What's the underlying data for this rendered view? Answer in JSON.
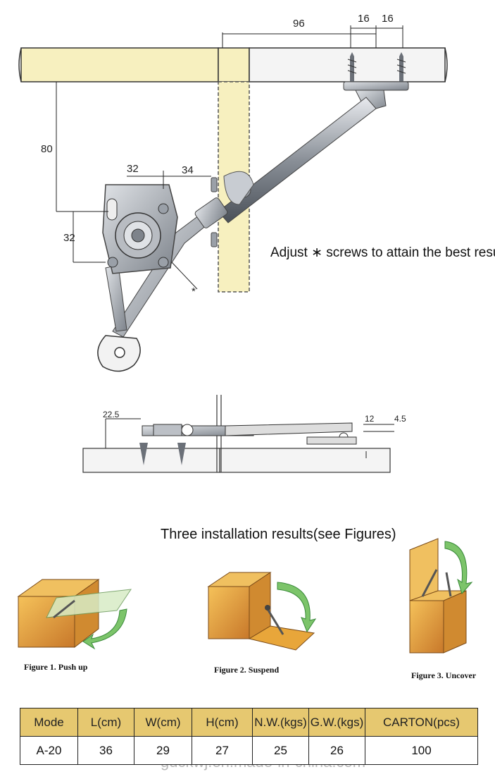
{
  "dimensions": {
    "d96": "96",
    "d16a": "16",
    "d16b": "16",
    "d80": "80",
    "d32h": "32",
    "d34": "34",
    "d32v": "32",
    "d22_5": "22.5",
    "d12": "12",
    "d4_5": "4.5"
  },
  "star_mark": "*",
  "adjust_note": "Adjust ∗ screws to attain the best result",
  "section_heading": "Three installation results(see Figures)",
  "figures": [
    {
      "caption": "Figure 1. Push up"
    },
    {
      "caption": "Figure 2. Suspend"
    },
    {
      "caption": "Figure 3. Uncover"
    }
  ],
  "table": {
    "headers": [
      "Mode",
      "L(cm)",
      "W(cm)",
      "H(cm)",
      "N.W.(kgs)",
      "G.W.(kgs)",
      "CARTON(pcs)"
    ],
    "rows": [
      [
        "A-20",
        "36",
        "29",
        "27",
        "25",
        "26",
        "100"
      ]
    ]
  },
  "watermark": "gdckwj.en.made-in-china.com",
  "colors": {
    "wood": "#f7f0bf",
    "board": "#f4f4f4",
    "table_header": "#e6c870",
    "arrow_green": "#7cc46a",
    "box_orange": "#e8a63a"
  }
}
